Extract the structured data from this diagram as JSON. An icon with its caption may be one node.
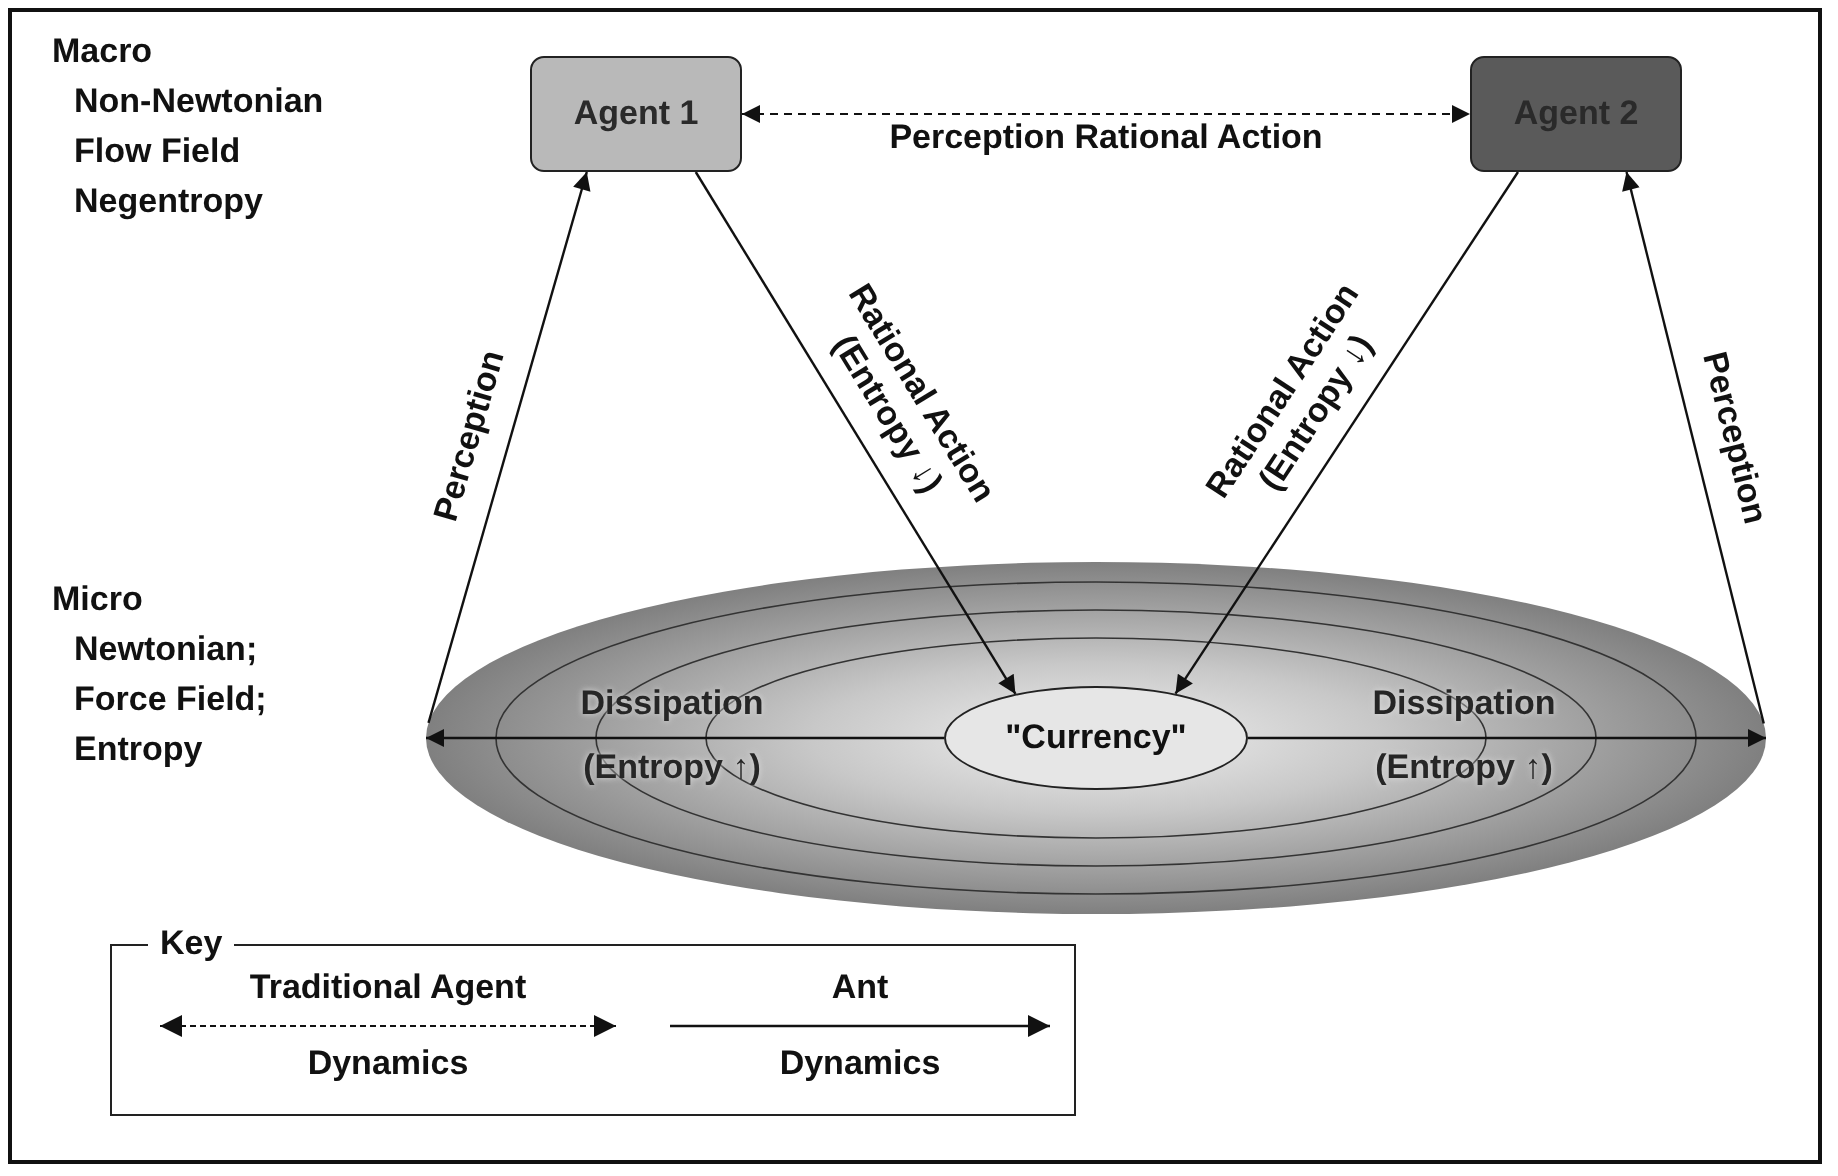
{
  "diagram": {
    "nodes": [
      {
        "text": [
          "Agent 1"
        ]
      },
      {
        "text": [
          "Agent 2"
        ]
      },
      {
        "text": [],
        "shape": "ellipse"
      },
      {
        "text": [
          "\"Currency\""
        ],
        "in": 2
      }
    ],
    "edges": [
      {
        "from": 0,
        "to": 1,
        "arrow": "both",
        "style": "dashed",
        "label": "Perception Rational Action"
      },
      {
        "from": 2,
        "to": 0,
        "arrow": "to",
        "label": "Perception"
      },
      {
        "from": 0,
        "to": 3,
        "arrow": "to",
        "label": "Rational Action (Entropy ↓)"
      },
      {
        "from": 1,
        "to": 3,
        "arrow": "to",
        "label": "Rational Action (Entropy ↓)"
      },
      {
        "from": 2,
        "to": 1,
        "arrow": "to",
        "label": "Perception"
      },
      {
        "from": 3,
        "to": 2,
        "arrow": "to",
        "label": "Dissipation (Entropy ↑)"
      },
      {
        "from": 3,
        "to": 2,
        "arrow": "to",
        "label": "Dissipation (Entropy ↑)"
      }
    ],
    "labels": [
      "Macro",
      "Non-Newtonian",
      "Flow Field",
      "Negentropy",
      "Micro",
      "Newtonian;",
      "Force Field;",
      "Entropy",
      "Key"
    ],
    "legend": [
      {
        "text": "Traditional Agent Dynamics"
      },
      {
        "text": "Ant Dynamics"
      }
    ]
  }
}
